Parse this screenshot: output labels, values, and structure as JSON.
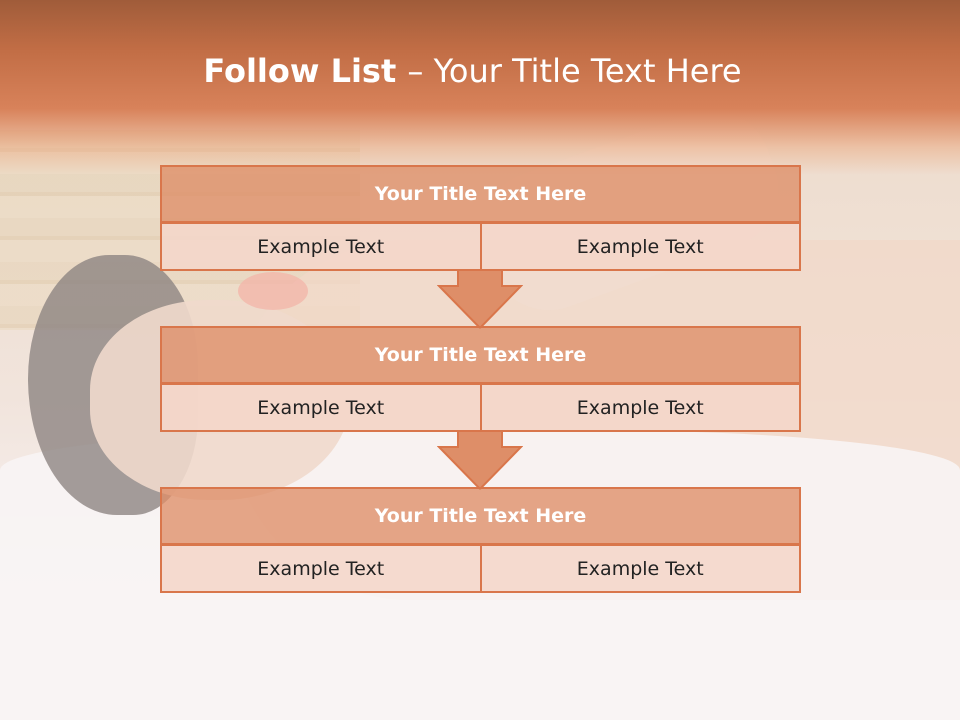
{
  "slide": {
    "title_bold": "Follow List ",
    "title_rest": " – Your Title Text Here"
  },
  "steps": [
    {
      "title": "Your Title Text Here",
      "left": "Example Text",
      "right": "Example Text"
    },
    {
      "title": "Your Title Text Here",
      "left": "Example Text",
      "right": "Example Text"
    },
    {
      "title": "Your Title Text Here",
      "left": "Example Text",
      "right": "Example Text"
    }
  ],
  "colors": {
    "accent": "#d9764b",
    "title_fill": "#de8e68",
    "cell_fill": "#f4d6ca",
    "header_band": "#c16d45"
  }
}
